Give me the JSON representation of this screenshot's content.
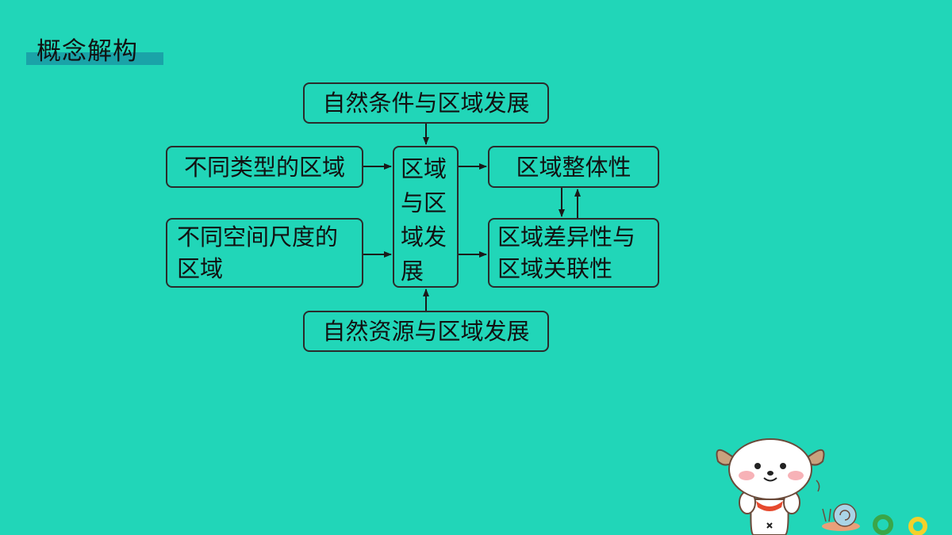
{
  "header": {
    "title": "概念解构"
  },
  "diagram": {
    "top_box": "自然条件与区域发展",
    "bottom_box": "自然资源与区域发展",
    "left_box_1": "不同类型的区域",
    "left_box_2_line1": "不同空间尺度的",
    "left_box_2_line2": "区域",
    "center_line1": "区域",
    "center_line2": "与区",
    "center_line3": "域发",
    "center_line4": "展",
    "right_box_1": "区域整体性",
    "right_box_2_line1": "区域差异性与",
    "right_box_2_line2": "区域关联性"
  },
  "colors": {
    "background": "#21d6b8",
    "title_bar": "#1aa3a8",
    "stroke": "#2b2b2b"
  }
}
